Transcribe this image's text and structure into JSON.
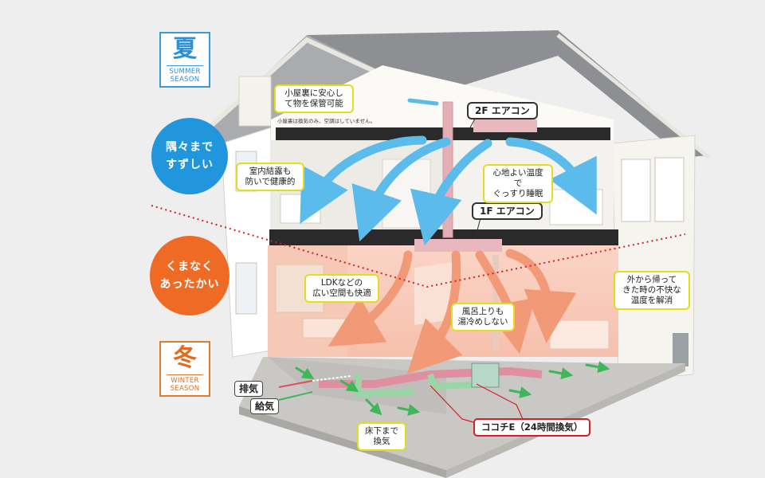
{
  "seasons": {
    "summer": {
      "kanji": "夏",
      "line1": "SUMMER",
      "line2": "SEASON"
    },
    "winter": {
      "kanji": "冬",
      "line1": "WINTER",
      "line2": "SEASON"
    }
  },
  "bubbles": {
    "cool": {
      "line1": "隅々まで",
      "line2": "すずしい"
    },
    "warm": {
      "line1": "くまなく",
      "line2": "あったかい"
    }
  },
  "labels": {
    "attic_storage_line1": "小屋裏に安心し",
    "attic_storage_line2": "て物を保管可能",
    "attic_note": "小屋裏は換気のみ、空調はしていません。",
    "ac_2f": "2F エアコン",
    "ac_1f": "1F エアコン",
    "condensation_line1": "室内結露も",
    "condensation_line2": "防いで健康的",
    "sleep_line1": "心地よい温度で",
    "sleep_line2": "ぐっすり睡眠",
    "ldk_line1": "LDKなどの",
    "ldk_line2": "広い空間も快適",
    "bath_line1": "風呂上りも",
    "bath_line2": "湯冷めしない",
    "outside_line1": "外から帰って",
    "outside_line2": "きた時の不快な",
    "outside_line3": "温度を解消",
    "underfloor_line1": "床下まで",
    "underfloor_line2": "換気",
    "exhaust": "排気",
    "supply": "給気",
    "kokochi": "ココチE（24時間換気）"
  },
  "colors": {
    "summer_blue": "#2196dd",
    "winter_orange": "#ef6b25",
    "callout_border": "#e2dd1f",
    "kokochi_border": "#d31f26",
    "divider_red": "#d31f26"
  }
}
